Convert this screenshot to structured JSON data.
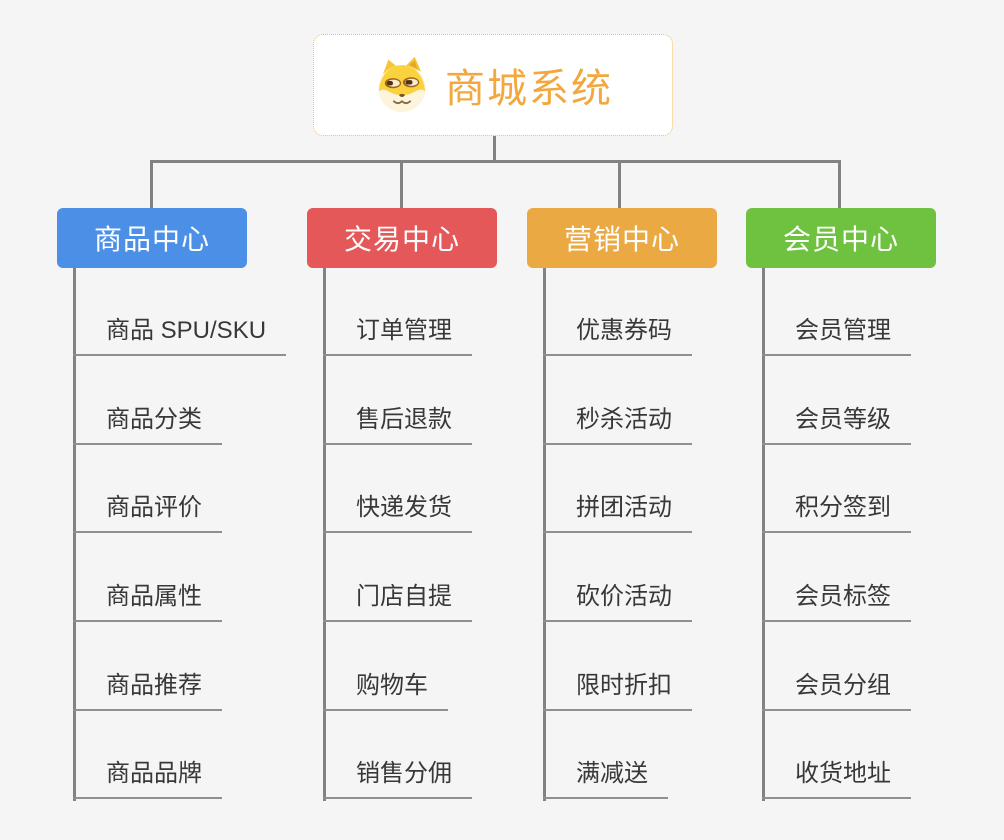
{
  "root": {
    "title": "商城系统",
    "icon": "doge-face-icon"
  },
  "branches": [
    {
      "label": "商品中心",
      "color": "#4b90e6",
      "children": [
        "商品 SPU/SKU",
        "商品分类",
        "商品评价",
        "商品属性",
        "商品推荐",
        "商品品牌"
      ]
    },
    {
      "label": "交易中心",
      "color": "#e4585a",
      "children": [
        "订单管理",
        "售后退款",
        "快递发货",
        "门店自提",
        "购物车",
        "销售分佣"
      ]
    },
    {
      "label": "营销中心",
      "color": "#eaa942",
      "children": [
        "优惠券码",
        "秒杀活动",
        "拼团活动",
        "砍价活动",
        "限时折扣",
        "满减送"
      ]
    },
    {
      "label": "会员中心",
      "color": "#6ec23f",
      "children": [
        "会员管理",
        "会员等级",
        "积分签到",
        "会员标签",
        "会员分组",
        "收货地址"
      ]
    }
  ],
  "colors": {
    "background": "#f5f5f5",
    "connector_gray": "#828282",
    "leaf_underline": "#8f8f8f",
    "leaf_text": "#383838",
    "root_border": "#f0ba68",
    "root_text": "#f2a83e"
  }
}
